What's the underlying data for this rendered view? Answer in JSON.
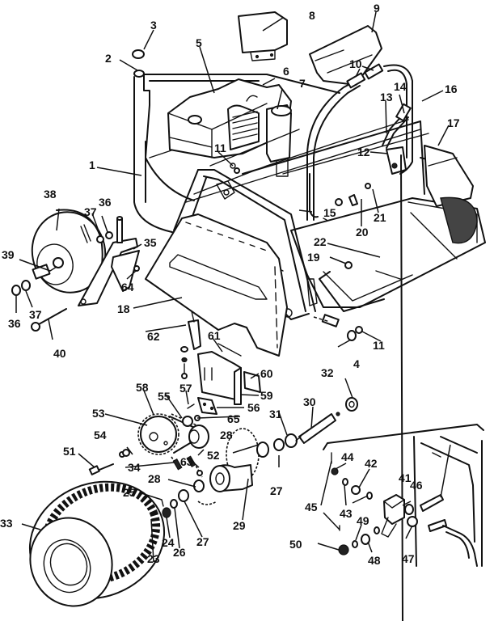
{
  "diagram": {
    "type": "exploded-parts-diagram",
    "subject": "Ride-on mower chassis, engine, drive and wheel assembly",
    "callouts": [
      {
        "id": "c1",
        "label": "1",
        "part": "frame / body"
      },
      {
        "id": "c2",
        "label": "2",
        "part": "bracket fitting"
      },
      {
        "id": "c3",
        "label": "3",
        "part": "bushing"
      },
      {
        "id": "c4",
        "label": "4",
        "part": "nut"
      },
      {
        "id": "c5",
        "label": "5",
        "part": "engine"
      },
      {
        "id": "c6",
        "label": "6",
        "part": "engine shroud"
      },
      {
        "id": "c7",
        "label": "7",
        "part": "muffler"
      },
      {
        "id": "c8",
        "label": "8",
        "part": "cover"
      },
      {
        "id": "c9",
        "label": "9",
        "part": "seat"
      },
      {
        "id": "c10",
        "label": "10",
        "part": "handle grips"
      },
      {
        "id": "c11a",
        "label": "11",
        "part": "fastener (engine)"
      },
      {
        "id": "c11b",
        "label": "11",
        "part": "fastener (axle)"
      },
      {
        "id": "c12",
        "label": "12",
        "part": "control bracket"
      },
      {
        "id": "c13",
        "label": "13",
        "part": "lever"
      },
      {
        "id": "c14",
        "label": "14",
        "part": "lever grip"
      },
      {
        "id": "c15",
        "label": "15",
        "part": "control rod"
      },
      {
        "id": "c16",
        "label": "16",
        "part": "handlebar"
      },
      {
        "id": "c17",
        "label": "17",
        "part": "fender"
      },
      {
        "id": "c18",
        "label": "18",
        "part": "front panel"
      },
      {
        "id": "c19",
        "label": "19",
        "part": "bolt"
      },
      {
        "id": "c20",
        "label": "20",
        "part": "clip"
      },
      {
        "id": "c21",
        "label": "21",
        "part": "pin"
      },
      {
        "id": "c22",
        "label": "22",
        "part": "footrest"
      },
      {
        "id": "c23",
        "label": "23",
        "part": "hub cap"
      },
      {
        "id": "c24",
        "label": "24",
        "part": "castle nut"
      },
      {
        "id": "c25",
        "label": "25",
        "part": "cotter pin"
      },
      {
        "id": "c26",
        "label": "26",
        "part": "washer"
      },
      {
        "id": "c27a",
        "label": "27",
        "part": "bearing (wheel)"
      },
      {
        "id": "c27b",
        "label": "27",
        "part": "bearing (shaft)"
      },
      {
        "id": "c28a",
        "label": "28",
        "part": "spacer"
      },
      {
        "id": "c28b",
        "label": "28",
        "part": "spacer"
      },
      {
        "id": "c29",
        "label": "29",
        "part": "sprocket hub"
      },
      {
        "id": "c30",
        "label": "30",
        "part": "axle shaft"
      },
      {
        "id": "c31",
        "label": "31",
        "part": "washer"
      },
      {
        "id": "c32",
        "label": "32",
        "part": "bearing"
      },
      {
        "id": "c33",
        "label": "33",
        "part": "rear tire"
      },
      {
        "id": "c34",
        "label": "34",
        "part": "drive chain"
      },
      {
        "id": "c35",
        "label": "35",
        "part": "caster fork"
      },
      {
        "id": "c36a",
        "label": "36",
        "part": "nut"
      },
      {
        "id": "c36b",
        "label": "36",
        "part": "nut"
      },
      {
        "id": "c37a",
        "label": "37",
        "part": "washer"
      },
      {
        "id": "c37b",
        "label": "37",
        "part": "washer"
      },
      {
        "id": "c38",
        "label": "38",
        "part": "front wheel"
      },
      {
        "id": "c39",
        "label": "39",
        "part": "axle spacer"
      },
      {
        "id": "c40",
        "label": "40",
        "part": "axle bolt"
      },
      {
        "id": "c41",
        "label": "41",
        "part": "pivot block"
      },
      {
        "id": "c42",
        "label": "42",
        "part": "spring"
      },
      {
        "id": "c43",
        "label": "43",
        "part": "washers"
      },
      {
        "id": "c44",
        "label": "44",
        "part": "nut"
      },
      {
        "id": "c45",
        "label": "45",
        "part": "cotter pins"
      },
      {
        "id": "c46",
        "label": "46",
        "part": "bushing"
      },
      {
        "id": "c47",
        "label": "47",
        "part": "bushing"
      },
      {
        "id": "c48",
        "label": "48",
        "part": "spring"
      },
      {
        "id": "c49",
        "label": "49",
        "part": "washer"
      },
      {
        "id": "c50",
        "label": "50",
        "part": "castle nut"
      },
      {
        "id": "c51",
        "label": "51",
        "part": "bolt"
      },
      {
        "id": "c52",
        "label": "52",
        "part": "drive sprocket"
      },
      {
        "id": "c53",
        "label": "53",
        "part": "idler sprocket"
      },
      {
        "id": "c54",
        "label": "54",
        "part": "washer"
      },
      {
        "id": "c55",
        "label": "55",
        "part": "spacer"
      },
      {
        "id": "c56",
        "label": "56",
        "part": "plate"
      },
      {
        "id": "c57",
        "label": "57",
        "part": "bolt"
      },
      {
        "id": "c58",
        "label": "58",
        "part": "chain guard"
      },
      {
        "id": "c59",
        "label": "59",
        "part": "mounting bracket"
      },
      {
        "id": "c60",
        "label": "60",
        "part": "plate"
      },
      {
        "id": "c61",
        "label": "61",
        "part": "spring"
      },
      {
        "id": "c62",
        "label": "62",
        "part": "clip"
      },
      {
        "id": "c63",
        "label": "63",
        "part": "master link"
      },
      {
        "id": "c64",
        "label": "64",
        "part": "nut"
      },
      {
        "id": "c65",
        "label": "65",
        "part": "washer"
      }
    ]
  }
}
